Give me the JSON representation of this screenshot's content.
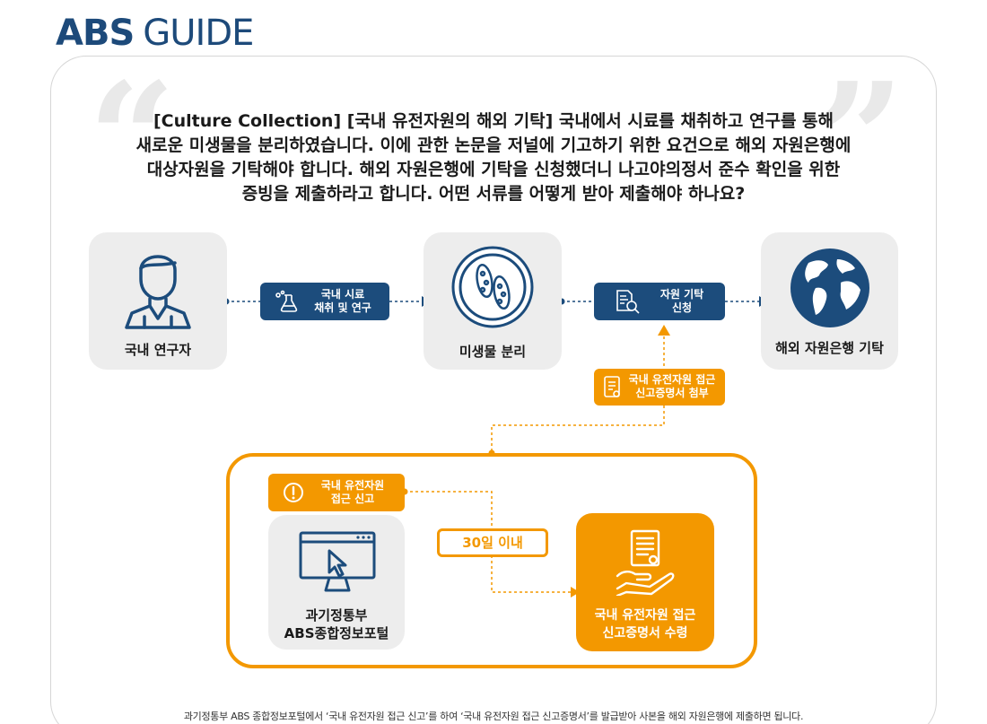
{
  "header": {
    "brand": "ABS",
    "title": "GUIDE"
  },
  "question": {
    "line1": "[Culture Collection] [국내 유전자원의 해외 기탁] 국내에서 시료를 채취하고 연구를 통해",
    "line2": "새로운 미생물을 분리하였습니다. 이에 관한 논문을 저널에 기고하기 위한 요건으로 해외 자원은행에",
    "line3": "대상자원을 기탁해야 합니다. 해외 자원은행에 기탁을 신청했더니 나고야의정서 준수 확인을 위한",
    "line4": "증빙을 제출하라고 합니다. 어떤 서류를 어떻게 받아 제출해야 하나요?"
  },
  "flow": {
    "researcher": "국내 연구자",
    "sampling_line1": "국내 시료",
    "sampling_line2": "채취 및 연구",
    "microbe": "미생물 분리",
    "deposit_line1": "자원 기탁",
    "deposit_line2": "신청",
    "overseas": "해외 자원은행 기탁",
    "attach_line1": "국내 유전자원 접근",
    "attach_line2": "신고증명서 첨부"
  },
  "process": {
    "report_line1": "국내 유전자원",
    "report_line2": "접근 신고",
    "portal_line1": "과기정통부",
    "portal_line2": "ABS종합정보포털",
    "within": "30일 이내",
    "receipt_line1": "국내 유전자원 접근",
    "receipt_line2": "신고증명서 수령"
  },
  "footer": "과기정통부 ABS 종합정보포털에서 ‘국내 유전자원 접근 신고’를 하여 ‘국내 유전자원 접근 신고증명서’를 발급받아 사본을 해외 자원은행에 제출하면 됩니다.",
  "colors": {
    "navy": "#1c4c7c",
    "orange": "#f39800",
    "box": "#ededed"
  }
}
